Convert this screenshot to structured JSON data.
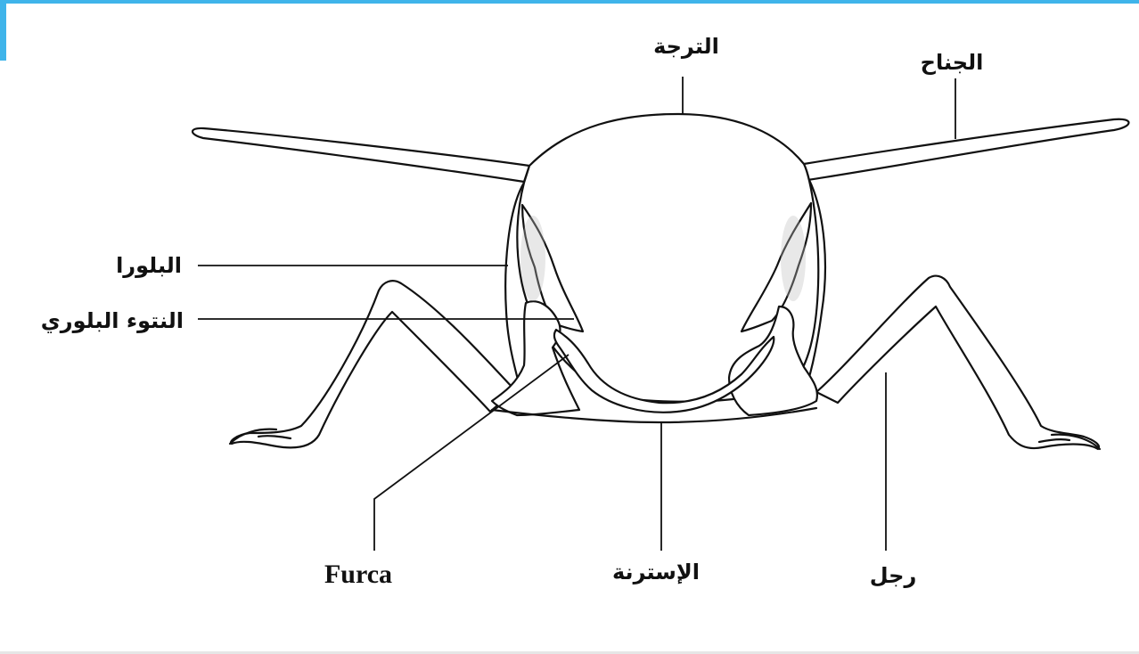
{
  "labels": {
    "tergum": "الترجة",
    "wing": "الجناح",
    "pleura": "البلورا",
    "pleural_process": "النتوء البلوري",
    "furca": "Furca",
    "sternum": "الإسترنة",
    "leg": "رجل"
  },
  "colors": {
    "frame_accent": "#3fb4ea",
    "ink": "#111111",
    "background": "#ffffff"
  }
}
